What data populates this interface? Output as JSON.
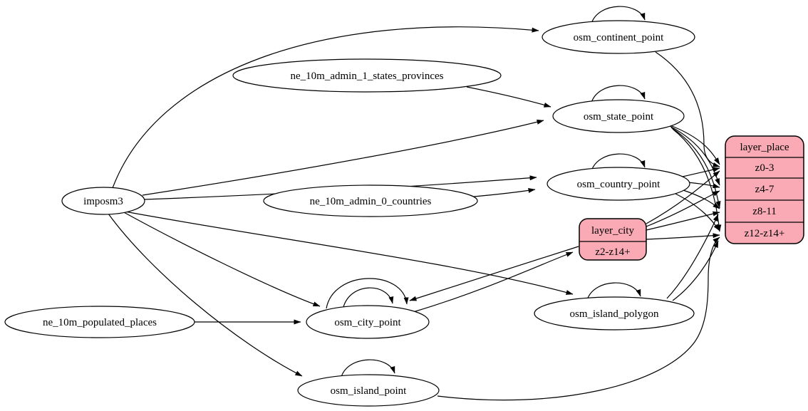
{
  "diagram": {
    "type": "directed-graph-etl-diagram",
    "background_color": "#ffffff",
    "edge_color": "#000000",
    "record_fill_color": "#f9aab5",
    "ellipse_fill_color": "#ffffff",
    "nodes": {
      "imposm3": {
        "label": "imposm3",
        "shape": "ellipse"
      },
      "ne_states": {
        "label": "ne_10m_admin_1_states_provinces",
        "shape": "ellipse"
      },
      "ne_countries": {
        "label": "ne_10m_admin_0_countries",
        "shape": "ellipse"
      },
      "ne_places": {
        "label": "ne_10m_populated_places",
        "shape": "ellipse"
      },
      "continent": {
        "label": "osm_continent_point",
        "shape": "ellipse"
      },
      "state": {
        "label": "osm_state_point",
        "shape": "ellipse"
      },
      "country": {
        "label": "osm_country_point",
        "shape": "ellipse"
      },
      "city": {
        "label": "osm_city_point",
        "shape": "ellipse"
      },
      "island_polygon": {
        "label": "osm_island_polygon",
        "shape": "ellipse"
      },
      "island_point": {
        "label": "osm_island_point",
        "shape": "ellipse"
      },
      "layer_city": {
        "title": "layer_city",
        "rows": [
          "z2-z14+"
        ],
        "shape": "record"
      },
      "layer_place": {
        "title": "layer_place",
        "rows": [
          "z0-3",
          "z4-7",
          "z8-11",
          "z12-z14+"
        ],
        "shape": "record"
      }
    },
    "edges": [
      {
        "from": "imposm3",
        "to": "osm_continent_point"
      },
      {
        "from": "imposm3",
        "to": "osm_state_point"
      },
      {
        "from": "imposm3",
        "to": "osm_country_point"
      },
      {
        "from": "imposm3",
        "to": "osm_city_point"
      },
      {
        "from": "imposm3",
        "to": "osm_island_polygon"
      },
      {
        "from": "imposm3",
        "to": "osm_island_point"
      },
      {
        "from": "ne_10m_admin_1_states_provinces",
        "to": "osm_state_point"
      },
      {
        "from": "ne_10m_admin_0_countries",
        "to": "osm_country_point"
      },
      {
        "from": "ne_10m_populated_places",
        "to": "osm_city_point"
      },
      {
        "from": "osm_continent_point",
        "to": "osm_continent_point",
        "type": "self-loop"
      },
      {
        "from": "osm_state_point",
        "to": "osm_state_point",
        "type": "self-loop"
      },
      {
        "from": "osm_country_point",
        "to": "osm_country_point",
        "type": "self-loop"
      },
      {
        "from": "osm_city_point",
        "to": "osm_city_point",
        "type": "self-loop"
      },
      {
        "from": "osm_city_point",
        "to": "osm_city_point",
        "type": "self-loop"
      },
      {
        "from": "osm_island_polygon",
        "to": "osm_island_polygon",
        "type": "self-loop"
      },
      {
        "from": "osm_island_point",
        "to": "osm_island_point",
        "type": "self-loop"
      },
      {
        "from": "osm_continent_point",
        "to": "layer_place",
        "port": "z0-3"
      },
      {
        "from": "osm_state_point",
        "to": "layer_place",
        "port": "z0-3"
      },
      {
        "from": "osm_state_point",
        "to": "layer_place",
        "port": "z4-7"
      },
      {
        "from": "osm_state_point",
        "to": "layer_place",
        "port": "z8-11"
      },
      {
        "from": "osm_state_point",
        "to": "layer_place",
        "port": "z12-z14+"
      },
      {
        "from": "osm_country_point",
        "to": "layer_place",
        "port": "z0-3"
      },
      {
        "from": "osm_country_point",
        "to": "layer_place",
        "port": "z4-7"
      },
      {
        "from": "osm_country_point",
        "to": "layer_place",
        "port": "z8-11"
      },
      {
        "from": "osm_country_point",
        "to": "layer_place",
        "port": "z12-z14+"
      },
      {
        "from": "osm_city_point",
        "to": "layer_city",
        "port": "z2-z14+"
      },
      {
        "from": "layer_city",
        "to": "osm_city_point"
      },
      {
        "from": "layer_city",
        "to": "layer_place",
        "port": "z0-3"
      },
      {
        "from": "layer_city",
        "to": "layer_place",
        "port": "z4-7"
      },
      {
        "from": "layer_city",
        "to": "layer_place",
        "port": "z8-11"
      },
      {
        "from": "layer_city",
        "to": "layer_place",
        "port": "z12-z14+"
      },
      {
        "from": "osm_island_polygon",
        "to": "layer_place",
        "port": "z8-11"
      },
      {
        "from": "osm_island_polygon",
        "to": "layer_place",
        "port": "z12-z14+"
      },
      {
        "from": "osm_island_point",
        "to": "layer_place",
        "port": "z12-z14+"
      }
    ]
  }
}
